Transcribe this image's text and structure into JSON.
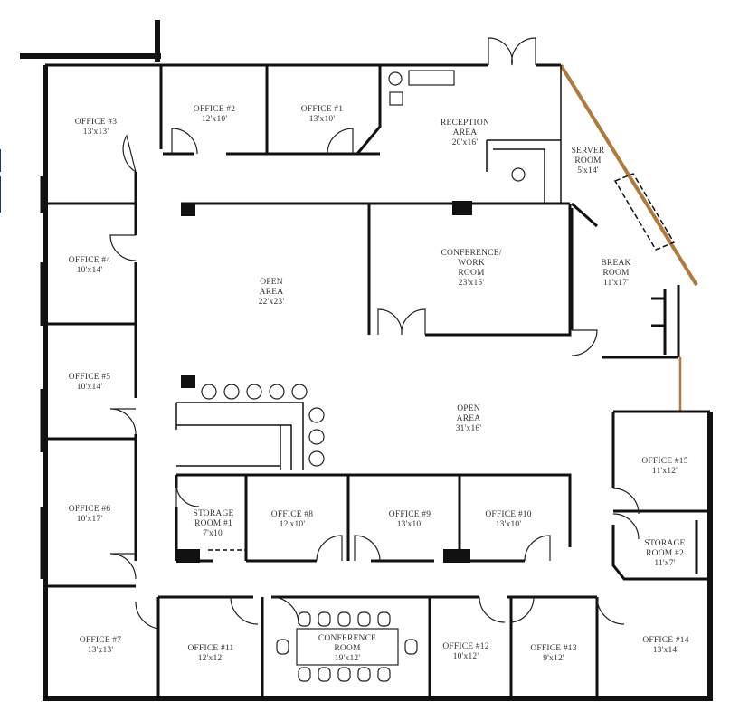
{
  "floor_plan": {
    "exterior_accent_color": "#b07a3c",
    "wall_color": "#111111",
    "rooms": [
      {
        "id": "office-3",
        "lines": [
          "OFFICE #3",
          "13'x13'"
        ]
      },
      {
        "id": "office-2",
        "lines": [
          "OFFICE #2",
          "12'x10'"
        ]
      },
      {
        "id": "office-1",
        "lines": [
          "OFFICE #1",
          "13'x10'"
        ]
      },
      {
        "id": "reception",
        "lines": [
          "RECEPTION",
          "AREA",
          "20'x16'"
        ]
      },
      {
        "id": "server-room",
        "lines": [
          "SERVER",
          "ROOM",
          "5'x14'"
        ]
      },
      {
        "id": "office-4",
        "lines": [
          "OFFICE #4",
          "10'x14'"
        ]
      },
      {
        "id": "open-area-1",
        "lines": [
          "OPEN",
          "AREA",
          "22'x23'"
        ]
      },
      {
        "id": "conference-work-room",
        "lines": [
          "CONFERENCE/",
          "WORK",
          "ROOM",
          "23'x15'"
        ]
      },
      {
        "id": "break-room",
        "lines": [
          "BREAK",
          "ROOM",
          "11'x17'"
        ]
      },
      {
        "id": "office-5",
        "lines": [
          "OFFICE #5",
          "10'x14'"
        ]
      },
      {
        "id": "open-area-2",
        "lines": [
          "OPEN",
          "AREA",
          "31'x16'"
        ]
      },
      {
        "id": "office-6",
        "lines": [
          "OFFICE #6",
          "10'x17'"
        ]
      },
      {
        "id": "storage-room-1",
        "lines": [
          "STORAGE",
          "ROOM #1",
          "7'x10'"
        ]
      },
      {
        "id": "office-8",
        "lines": [
          "OFFICE #8",
          "12'x10'"
        ]
      },
      {
        "id": "office-9",
        "lines": [
          "OFFICE #9",
          "13'x10'"
        ]
      },
      {
        "id": "office-10",
        "lines": [
          "OFFICE #10",
          "13'x10'"
        ]
      },
      {
        "id": "office-15",
        "lines": [
          "OFFICE #15",
          "11'x12'"
        ]
      },
      {
        "id": "storage-room-2",
        "lines": [
          "STORAGE",
          "ROOM #2",
          "11'x7'"
        ]
      },
      {
        "id": "office-7",
        "lines": [
          "OFFICE #7",
          "13'x13'"
        ]
      },
      {
        "id": "office-11",
        "lines": [
          "OFFICE #11",
          "12'x12'"
        ]
      },
      {
        "id": "conference-room",
        "lines": [
          "CONFERENCE",
          "ROOM",
          "19'x12'"
        ]
      },
      {
        "id": "office-12",
        "lines": [
          "OFFICE #12",
          "10'x12'"
        ]
      },
      {
        "id": "office-13",
        "lines": [
          "OFFICE #13",
          "9'x12'"
        ]
      },
      {
        "id": "office-14",
        "lines": [
          "OFFICE #14",
          "13'x14'"
        ]
      }
    ]
  }
}
